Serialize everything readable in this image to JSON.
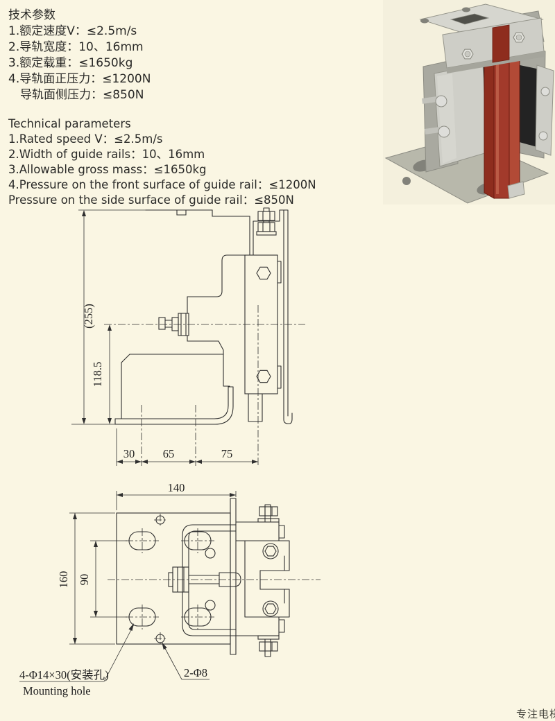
{
  "page": {
    "background": "#faf6e3",
    "line_color": "#2f2f2f",
    "watermark_partial": "专注电梯配件"
  },
  "specs_cn": {
    "title": "技术参数",
    "lines": [
      "1.额定速度V：≤2.5m/s",
      "2.导轨宽度：10、16mm",
      "3.额定载重：≤1650kg",
      "4.导轨面正压力：≤1200N",
      "　导轨面侧压力：≤850N"
    ]
  },
  "specs_en": {
    "title": "Technical parameters",
    "lines": [
      "1.Rated speed V：≤2.5m/s",
      "2.Width of guide rails：10、16mm",
      "3.Allowable gross mass：≤1650kg",
      "4.Pressure on the front surface of guide rail：≤1200N",
      "Pressure on the side surface of guide rail：≤850N"
    ]
  },
  "photo": {
    "colors": {
      "backdrop": "#f4f0dd",
      "metal": "#cfcfc8",
      "metal_dark": "#9a9a90",
      "rail_red": "#a23a2b",
      "rail_red_dark": "#7e2114",
      "rubber": "#232323",
      "base_plate": "#b8b8ab"
    }
  },
  "side_view": {
    "dim_overall_height": "(255)",
    "dim_height": "118.5",
    "dim_a": "30",
    "dim_b": "65",
    "dim_c": "75"
  },
  "front_view": {
    "dim_width": "140",
    "dim_height": "160",
    "dim_hole_span": "90",
    "label_mounting_cn": "4-Φ14×30(安装孔)",
    "label_mounting_en": "Mounting hole",
    "label_holes": "2-Φ8"
  }
}
